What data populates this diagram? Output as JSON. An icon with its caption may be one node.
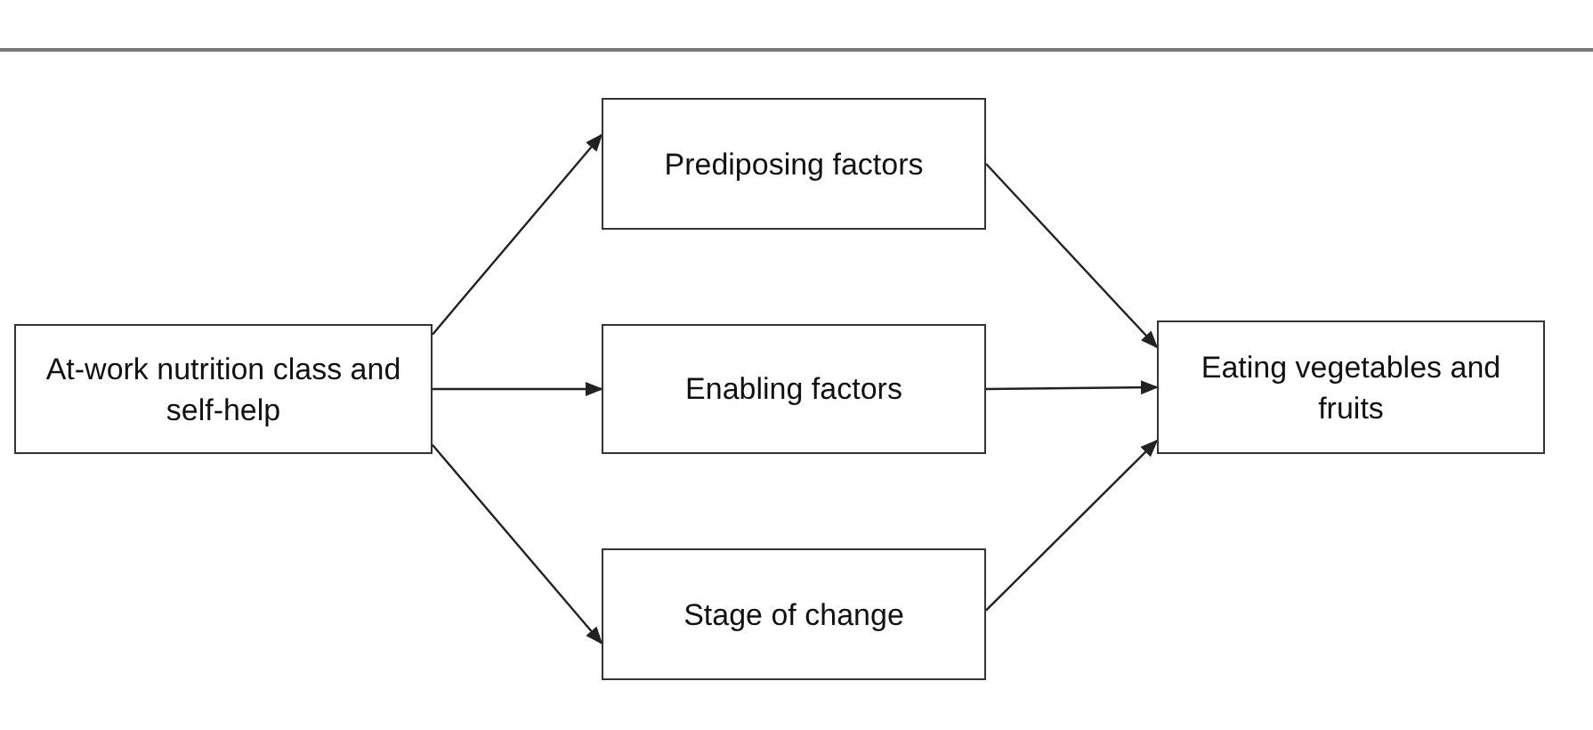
{
  "diagram": {
    "nodes": [
      {
        "text": [
          "At-work nutrition class and self-help"
        ]
      },
      {
        "text": [
          "Prediposing factors"
        ]
      },
      {
        "text": [
          "Enabling factors"
        ]
      },
      {
        "text": [
          "Stage of change"
        ]
      },
      {
        "text": [
          "Eating vegetables and fruits"
        ]
      }
    ],
    "edges": [
      {
        "from": 0,
        "to": 1,
        "arrow": "to"
      },
      {
        "from": 0,
        "to": 2,
        "arrow": "to"
      },
      {
        "from": 0,
        "to": 3,
        "arrow": "to"
      },
      {
        "from": 1,
        "to": 4,
        "arrow": "to"
      },
      {
        "from": 2,
        "to": 4,
        "arrow": "to"
      },
      {
        "from": 3,
        "to": 4,
        "arrow": "to"
      }
    ]
  }
}
